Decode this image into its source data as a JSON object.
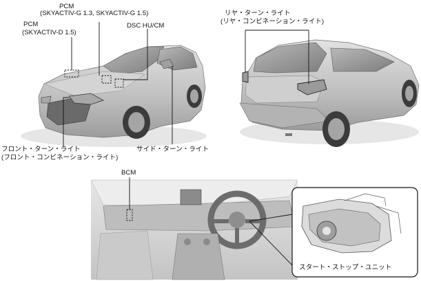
{
  "labels": {
    "pcm_g_title": "PCM",
    "pcm_g_sub": "(SKYACTIV-G 1.3, SKYACTIV-G 1.5)",
    "pcm_d_title": "PCM",
    "pcm_d_sub": "(SKYACTIV-D 1.5)",
    "dsc": "DSC HU/CM",
    "rear_turn": "リヤ・ターン・ライト",
    "rear_turn_sub": "(リヤ・コンビネーション・ライト)",
    "front_turn": "フロント・ターン・ライト",
    "front_turn_sub": "(フロント・コンビネーション・ライト)",
    "side_turn": "サイド・ターン・ライト",
    "bcm": "BCM",
    "start_stop": "スタート・ストップ・ユニット"
  },
  "colors": {
    "body_fill": "#c9c9c9",
    "body_dark": "#8e8e8e",
    "glass": "#9a9a9a",
    "interior": "#d2d2d2",
    "line": "#111111"
  }
}
